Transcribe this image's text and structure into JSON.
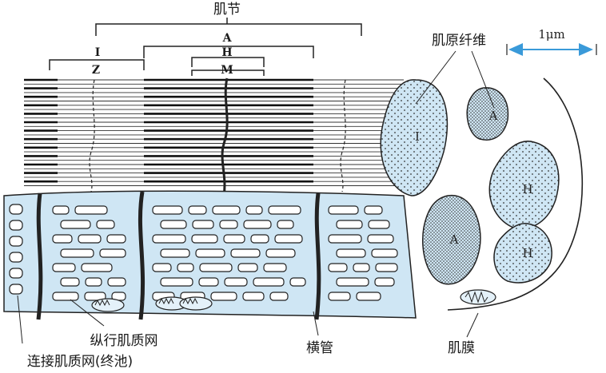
{
  "labels": {
    "sarcomere": "肌节",
    "myofibril": "肌原纤维",
    "scale": "1μm",
    "band_I": "I",
    "band_A": "A",
    "band_H": "H",
    "band_Z": "Z",
    "band_M": "M",
    "longitudinal_sr": "纵行肌质网",
    "terminal_cisterna": "连接肌质网(终池)",
    "t_tubule": "横管",
    "sarcolemma": "肌膜"
  },
  "cross_section_labels": [
    "I",
    "A",
    "H",
    "A",
    "H"
  ],
  "colors": {
    "fill": "#cfe6f4",
    "fill_light": "#e4f1f9",
    "line": "#222222",
    "arrow": "#3a9ad9"
  }
}
